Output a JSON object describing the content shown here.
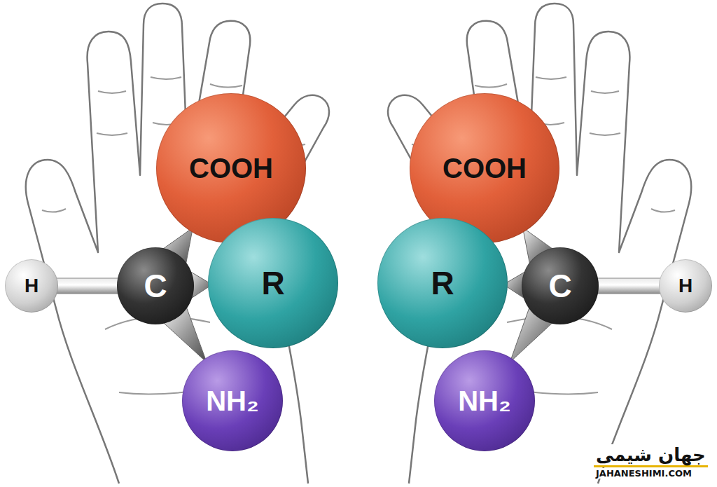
{
  "diagram": {
    "nodes": [
      {
        "text": [
          "COOH"
        ]
      },
      {
        "text": [
          "H"
        ]
      },
      {
        "text": [
          "C"
        ]
      },
      {
        "text": [
          "R"
        ]
      },
      {
        "text": [
          "NH₂"
        ]
      },
      {
        "text": [
          "COOH"
        ]
      },
      {
        "text": [
          "R"
        ]
      },
      {
        "text": [
          "C"
        ]
      },
      {
        "text": [
          "H"
        ]
      },
      {
        "text": [
          "NH₂"
        ]
      }
    ],
    "edges": [
      {
        "from": 2,
        "to": 0,
        "arrow": "none"
      },
      {
        "from": 2,
        "to": 1,
        "arrow": "none"
      },
      {
        "from": 2,
        "to": 3,
        "arrow": "none"
      },
      {
        "from": 2,
        "to": 4,
        "arrow": "none"
      },
      {
        "from": 7,
        "to": 5,
        "arrow": "none"
      },
      {
        "from": 7,
        "to": 6,
        "arrow": "none"
      },
      {
        "from": 7,
        "to": 8,
        "arrow": "none"
      },
      {
        "from": 7,
        "to": 9,
        "arrow": "none"
      }
    ],
    "labels": [
      "جهان شیمی",
      "JAHANESHIMI.COM"
    ]
  }
}
